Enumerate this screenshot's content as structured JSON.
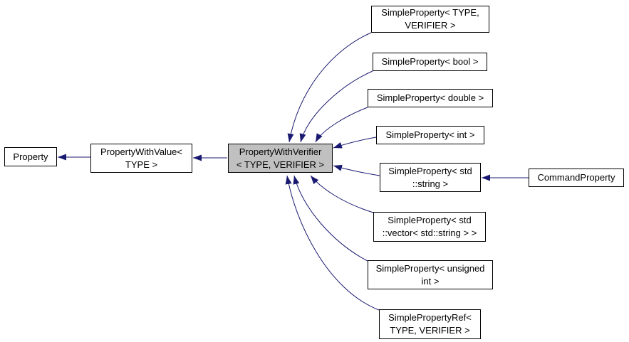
{
  "colors": {
    "background": "#ffffff",
    "node_border": "#000000",
    "node_fill": "#ffffff",
    "highlight_fill": "#c0c0c0",
    "arrow": "#191970",
    "text": "#000000"
  },
  "nodes": {
    "property": {
      "lines": [
        "Property"
      ]
    },
    "property_with_value": {
      "lines": [
        "PropertyWithValue<",
        "TYPE >"
      ]
    },
    "property_with_verifier": {
      "lines": [
        "PropertyWithVerifier",
        "< TYPE, VERIFIER >"
      ]
    },
    "simple_property_type_verifier": {
      "lines": [
        "SimpleProperty< TYPE,",
        "VERIFIER >"
      ]
    },
    "simple_property_bool": {
      "lines": [
        "SimpleProperty< bool >"
      ]
    },
    "simple_property_double": {
      "lines": [
        "SimpleProperty< double >"
      ]
    },
    "simple_property_int": {
      "lines": [
        "SimpleProperty< int >"
      ]
    },
    "simple_property_string": {
      "lines": [
        "SimpleProperty< std",
        "::string >"
      ]
    },
    "simple_property_vector": {
      "lines": [
        "SimpleProperty< std",
        "::vector< std::string > >"
      ]
    },
    "simple_property_unsigned": {
      "lines": [
        "SimpleProperty< unsigned",
        "int >"
      ]
    },
    "simple_property_ref": {
      "lines": [
        "SimplePropertyRef<",
        "TYPE, VERIFIER >"
      ]
    },
    "command_property": {
      "lines": [
        "CommandProperty"
      ]
    }
  },
  "edges": [
    {
      "from": "property_with_value",
      "to": "property",
      "type": "inheritance"
    },
    {
      "from": "property_with_verifier",
      "to": "property_with_value",
      "type": "inheritance"
    },
    {
      "from": "simple_property_type_verifier",
      "to": "property_with_verifier",
      "type": "inheritance"
    },
    {
      "from": "simple_property_bool",
      "to": "property_with_verifier",
      "type": "inheritance"
    },
    {
      "from": "simple_property_double",
      "to": "property_with_verifier",
      "type": "inheritance"
    },
    {
      "from": "simple_property_int",
      "to": "property_with_verifier",
      "type": "inheritance"
    },
    {
      "from": "simple_property_string",
      "to": "property_with_verifier",
      "type": "inheritance"
    },
    {
      "from": "simple_property_vector",
      "to": "property_with_verifier",
      "type": "inheritance"
    },
    {
      "from": "simple_property_unsigned",
      "to": "property_with_verifier",
      "type": "inheritance"
    },
    {
      "from": "simple_property_ref",
      "to": "property_with_verifier",
      "type": "inheritance"
    },
    {
      "from": "command_property",
      "to": "simple_property_string",
      "type": "inheritance"
    }
  ]
}
